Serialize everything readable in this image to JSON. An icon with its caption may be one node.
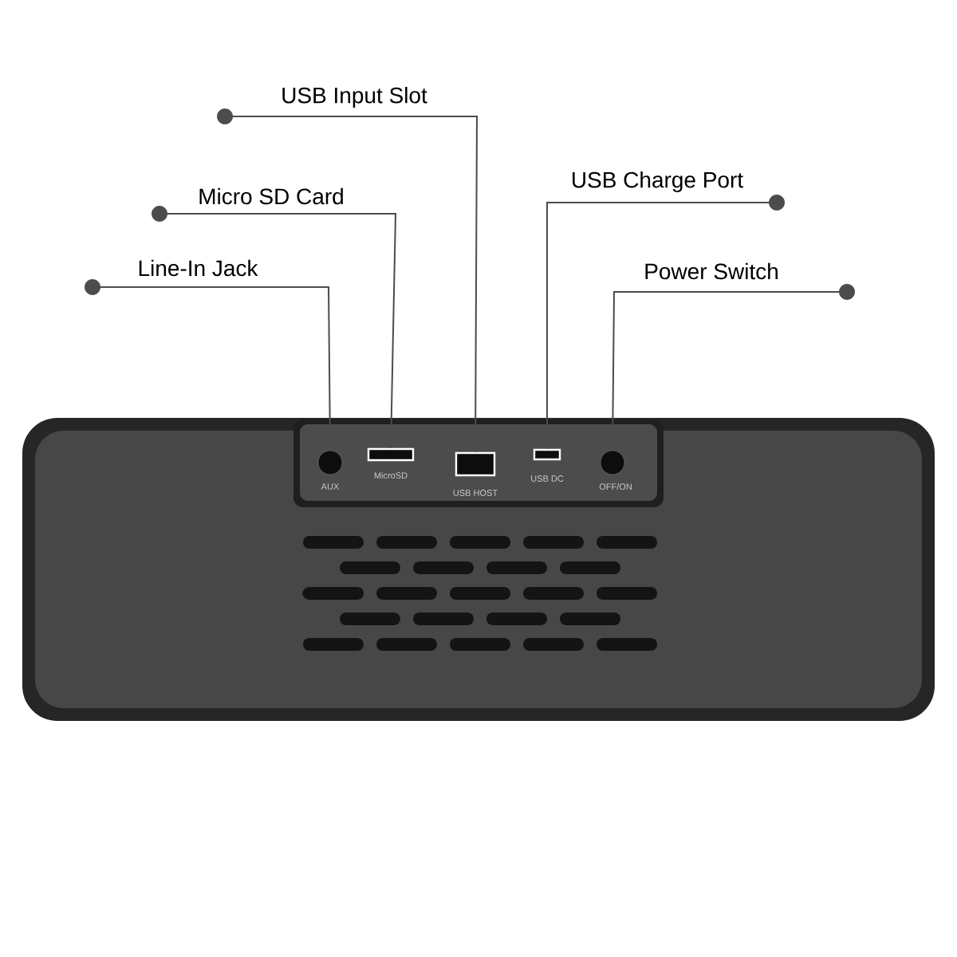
{
  "diagram": {
    "nodes": [
      {
        "text": [
          "Line-In Jack"
        ]
      },
      {
        "text": [
          "Micro SD Card"
        ]
      },
      {
        "text": [
          "USB Input Slot"
        ]
      },
      {
        "text": [
          "USB Charge Port"
        ]
      },
      {
        "text": [
          "Power Switch"
        ]
      },
      {
        "text": [],
        "shape": "circle",
        "beside": [
          "AUX"
        ]
      },
      {
        "text": [],
        "shape": "box",
        "beside": [
          "MicroSD"
        ]
      },
      {
        "text": [],
        "shape": "box",
        "beside": [
          "USB HOST"
        ]
      },
      {
        "text": [],
        "shape": "box",
        "beside": [
          "USB DC"
        ]
      },
      {
        "text": [],
        "shape": "circle",
        "beside": [
          "OFF/ON"
        ]
      }
    ],
    "edges": [
      {
        "from": 0,
        "to": 5,
        "arrow": "other"
      },
      {
        "from": 1,
        "to": 6,
        "arrow": "other"
      },
      {
        "from": 2,
        "to": 7,
        "arrow": "other"
      },
      {
        "from": 3,
        "to": 8,
        "arrow": "other"
      },
      {
        "from": 4,
        "to": 9,
        "arrow": "other"
      }
    ]
  }
}
